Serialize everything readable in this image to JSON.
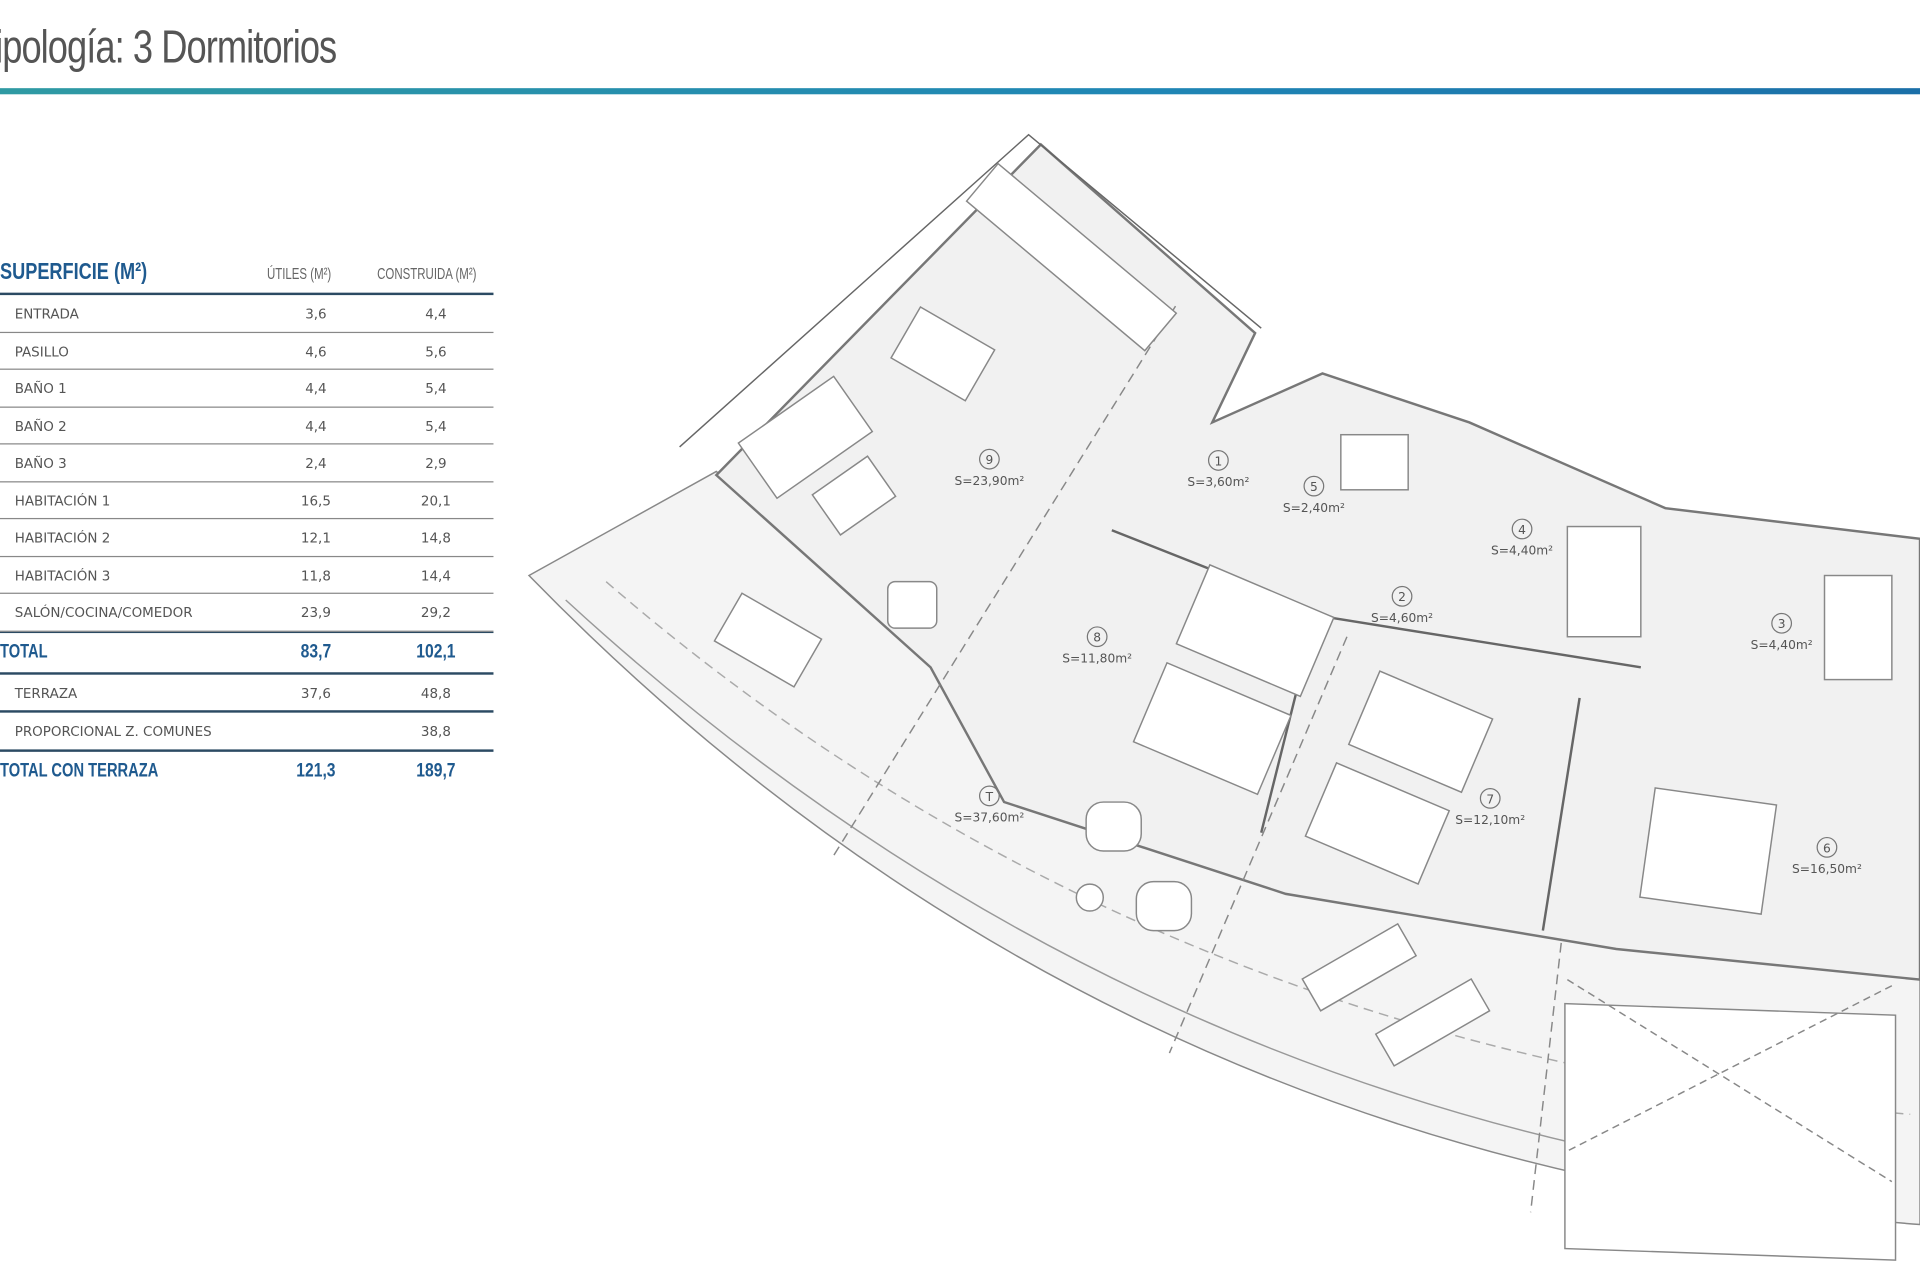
{
  "header": {
    "title": "ipología: 3 Dormitorios",
    "accent_color": "#1f86b5"
  },
  "table": {
    "heading": "SUPERFICIE (M²)",
    "col_utiles": "ÚTILES (M²)",
    "col_construida": "CONSTRUIDA (M²)",
    "rows": [
      {
        "label": "ENTRADA",
        "utiles": "3,6",
        "construida": "4,4"
      },
      {
        "label": "PASILLO",
        "utiles": "4,6",
        "construida": "5,6"
      },
      {
        "label": "BAÑO 1",
        "utiles": "4,4",
        "construida": "5,4"
      },
      {
        "label": "BAÑO 2",
        "utiles": "4,4",
        "construida": "5,4"
      },
      {
        "label": "BAÑO 3",
        "utiles": "2,4",
        "construida": "2,9"
      },
      {
        "label": "HABITACIÓN 1",
        "utiles": "16,5",
        "construida": "20,1"
      },
      {
        "label": "HABITACIÓN 2",
        "utiles": "12,1",
        "construida": "14,8"
      },
      {
        "label": "HABITACIÓN 3",
        "utiles": "11,8",
        "construida": "14,4"
      },
      {
        "label": "SALÓN/COCINA/COMEDOR",
        "utiles": "23,9",
        "construida": "29,2"
      }
    ],
    "total": {
      "label": "TOTAL",
      "utiles": "83,7",
      "construida": "102,1"
    },
    "terraza": {
      "label": "TERRAZA",
      "utiles": "37,6",
      "construida": "48,8"
    },
    "comunes": {
      "label": "PROPORCIONAL Z. COMUNES",
      "utiles": "",
      "construida": "38,8"
    },
    "total_terraza": {
      "label": "TOTAL CON TERRAZA",
      "utiles": "121,3",
      "construida": "189,7"
    }
  },
  "plan": {
    "rooms": [
      {
        "num": "9",
        "area": "S=23,90m²"
      },
      {
        "num": "1",
        "area": "S=3,60m²"
      },
      {
        "num": "5",
        "area": "S=2,40m²"
      },
      {
        "num": "4",
        "area": "S=4,40m²"
      },
      {
        "num": "2",
        "area": "S=4,60m²"
      },
      {
        "num": "3",
        "area": "S=4,40m²"
      },
      {
        "num": "8",
        "area": "S=11,80m²"
      },
      {
        "num": "7",
        "area": "S=12,10m²"
      },
      {
        "num": "T",
        "area": "S=37,60m²"
      },
      {
        "num": "6",
        "area": "S=16,50m²"
      }
    ]
  }
}
